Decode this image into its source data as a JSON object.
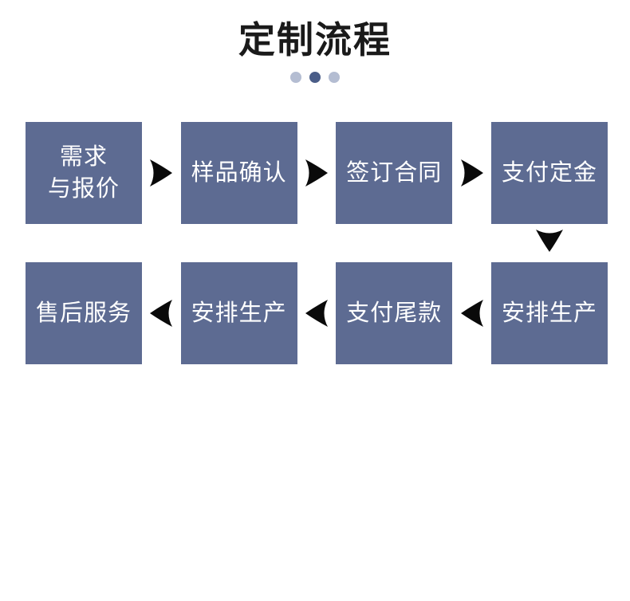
{
  "header": {
    "title": "定制流程"
  },
  "colors": {
    "background": "#ffffff",
    "title_text": "#1a1a1a",
    "dot_light": "#b4bdd2",
    "dot_dark": "#4a5d88",
    "box_fill": "#5d6b92",
    "box_text": "#ffffff",
    "arrow": "#0a0a0a"
  },
  "icons": {
    "arrow_right": "arrow-right-icon",
    "arrow_left": "arrow-left-icon",
    "arrow_down": "arrow-down-icon",
    "dot": "dot-icon"
  },
  "flow": {
    "rows": [
      {
        "direction": "right",
        "steps": [
          {
            "lines": [
              "需求",
              "与报价"
            ]
          },
          {
            "lines": [
              "样品确认"
            ]
          },
          {
            "lines": [
              "签订合同"
            ]
          },
          {
            "lines": [
              "支付定金"
            ]
          }
        ]
      },
      {
        "direction": "left",
        "steps": [
          {
            "lines": [
              "售后服务"
            ]
          },
          {
            "lines": [
              "安排生产"
            ]
          },
          {
            "lines": [
              "支付尾款"
            ]
          },
          {
            "lines": [
              "安排生产"
            ]
          }
        ]
      }
    ]
  }
}
